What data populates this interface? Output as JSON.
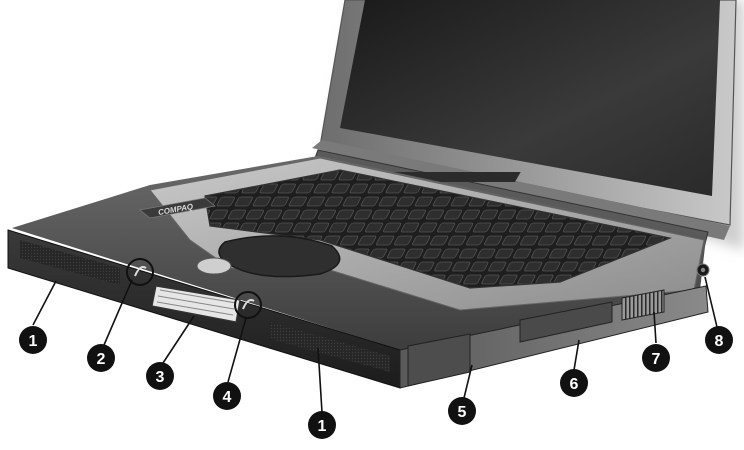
{
  "illustration": {
    "brand": "COMPAQ",
    "subject": "laptop-front-view"
  },
  "callouts": [
    {
      "label": "1"
    },
    {
      "label": "2"
    },
    {
      "label": "3"
    },
    {
      "label": "4"
    },
    {
      "label": "1"
    },
    {
      "label": "5"
    },
    {
      "label": "6"
    },
    {
      "label": "7"
    },
    {
      "label": "8"
    }
  ]
}
